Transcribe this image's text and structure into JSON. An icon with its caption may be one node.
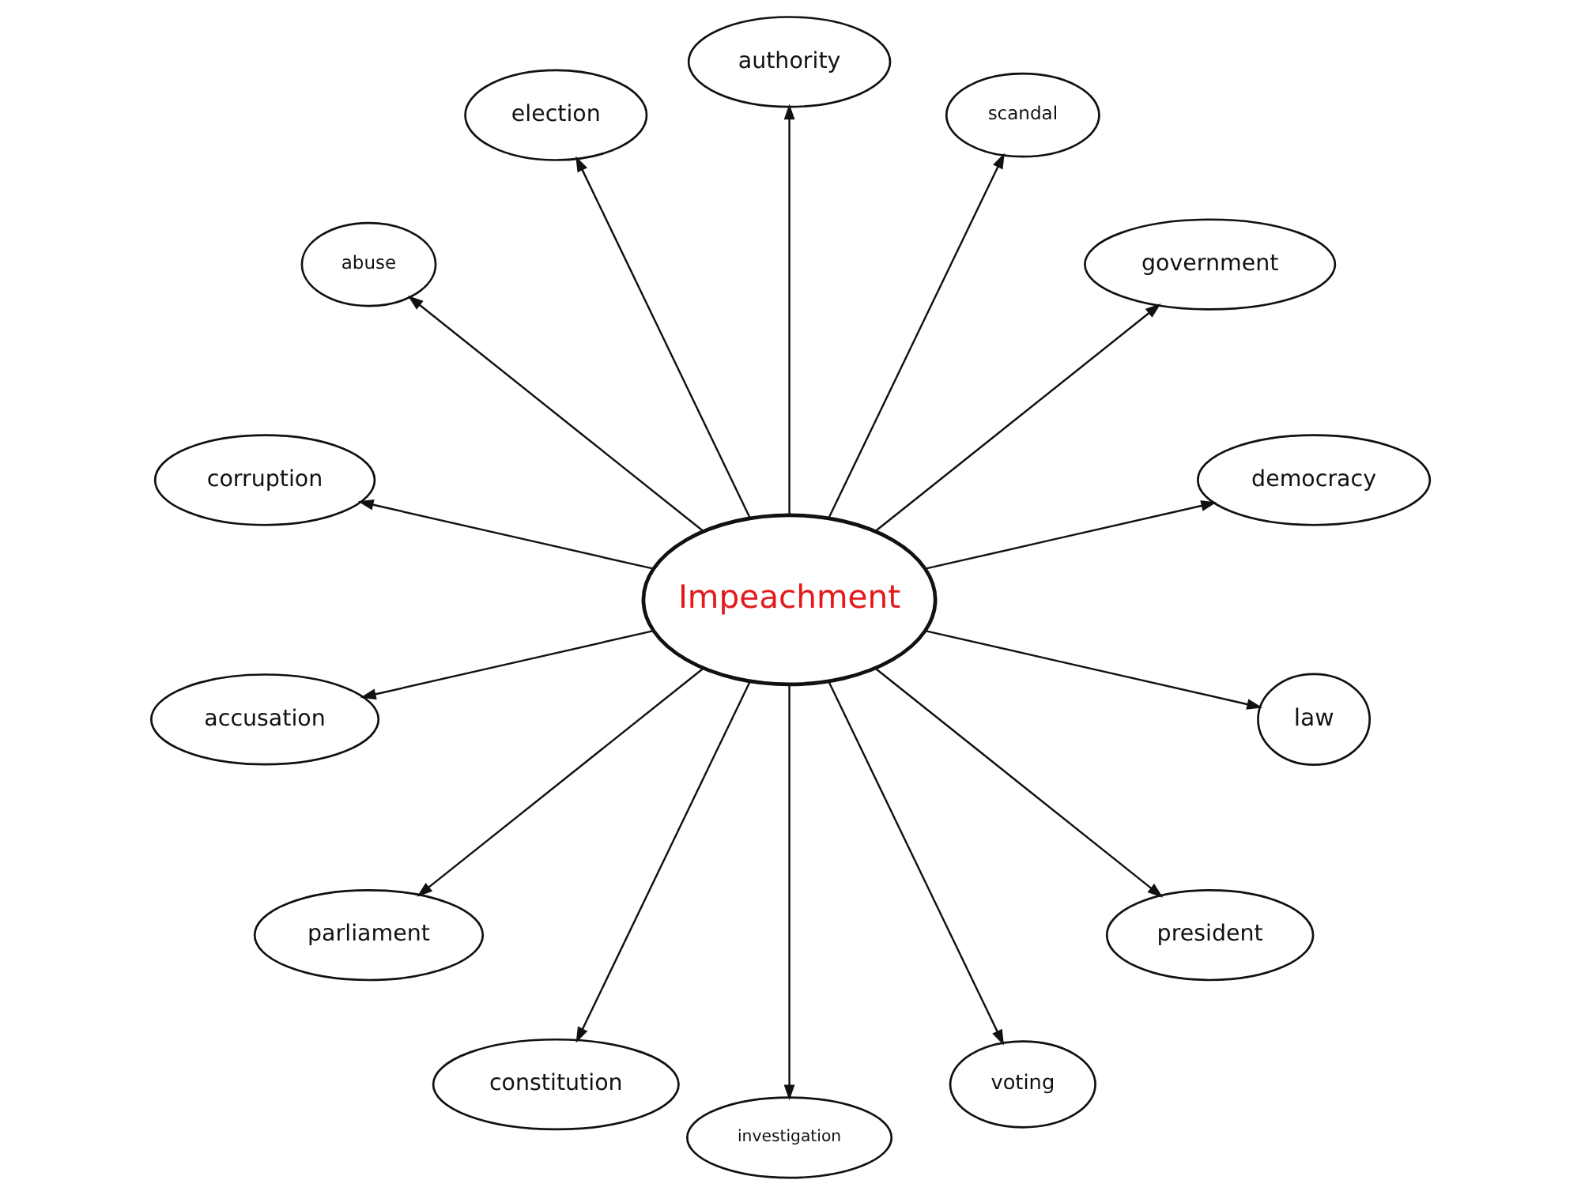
{
  "diagram": {
    "nodes": [
      {
        "text": [
          "Impeachment"
        ]
      },
      {
        "text": [
          "abuse"
        ]
      },
      {
        "text": [
          "election"
        ]
      },
      {
        "text": [
          "authority"
        ]
      },
      {
        "text": [
          "scandal"
        ]
      },
      {
        "text": [
          "government"
        ]
      },
      {
        "text": [
          "democracy"
        ]
      },
      {
        "text": [
          "law"
        ]
      },
      {
        "text": [
          "president"
        ]
      },
      {
        "text": [
          "voting"
        ]
      },
      {
        "text": [
          "investigation"
        ]
      },
      {
        "text": [
          "constitution"
        ]
      },
      {
        "text": [
          "parliament"
        ]
      },
      {
        "text": [
          "accusation"
        ]
      },
      {
        "text": [
          "corruption"
        ]
      }
    ],
    "edges": [
      {
        "from": 0,
        "to": 6,
        "arrow": "to"
      },
      {
        "from": 0,
        "to": 5,
        "arrow": "to"
      },
      {
        "from": 0,
        "to": 4,
        "arrow": "to"
      },
      {
        "from": 0,
        "to": 3,
        "arrow": "to"
      },
      {
        "from": 0,
        "to": 2,
        "arrow": "to"
      },
      {
        "from": 0,
        "to": 1,
        "arrow": "to"
      },
      {
        "from": 0,
        "to": 14,
        "arrow": "to"
      },
      {
        "from": 0,
        "to": 13,
        "arrow": "to"
      },
      {
        "from": 0,
        "to": 12,
        "arrow": "to"
      },
      {
        "from": 0,
        "to": 11,
        "arrow": "to"
      },
      {
        "from": 0,
        "to": 10,
        "arrow": "to"
      },
      {
        "from": 0,
        "to": 9,
        "arrow": "to"
      },
      {
        "from": 0,
        "to": 8,
        "arrow": "to"
      },
      {
        "from": 0,
        "to": 7,
        "arrow": "to"
      }
    ]
  }
}
